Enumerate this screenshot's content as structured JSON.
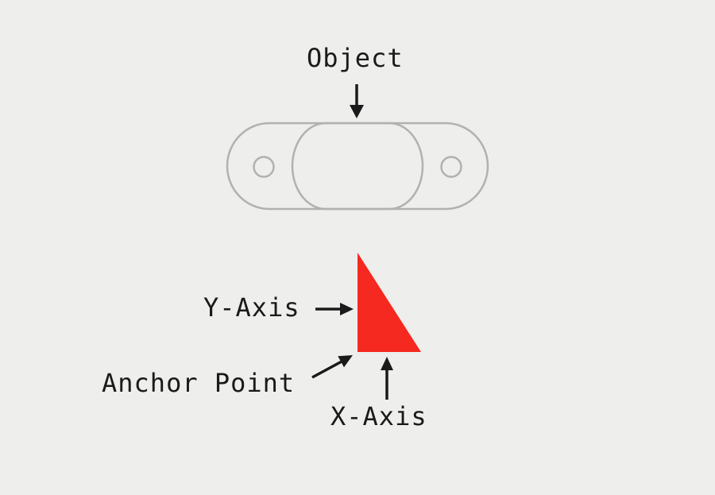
{
  "canvas": {
    "background_color": "#EEEEEC"
  },
  "colors": {
    "object_outline": "#B1B1AF",
    "label_text": "#1A1A1A",
    "arrow": "#1A1A1A",
    "triangle_fill": "#F5291F"
  },
  "labels": {
    "object": "Object",
    "y_axis": "Y-Axis",
    "anchor_point": "Anchor Point",
    "x_axis": "X-Axis"
  }
}
